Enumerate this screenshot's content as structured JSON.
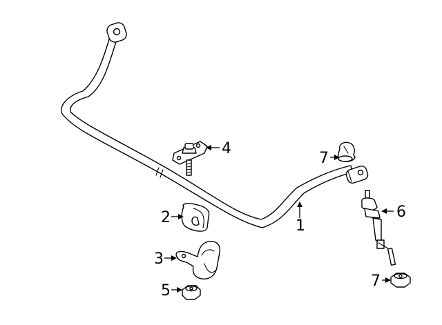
{
  "callouts": [
    {
      "id": "1",
      "label": "1"
    },
    {
      "id": "2",
      "label": "2"
    },
    {
      "id": "3",
      "label": "3"
    },
    {
      "id": "4",
      "label": "4"
    },
    {
      "id": "5",
      "label": "5"
    },
    {
      "id": "6",
      "label": "6"
    },
    {
      "id": "7a",
      "label": "7"
    },
    {
      "id": "7b",
      "label": "7"
    }
  ],
  "colors": {
    "line": "#000000",
    "background": "#ffffff"
  }
}
